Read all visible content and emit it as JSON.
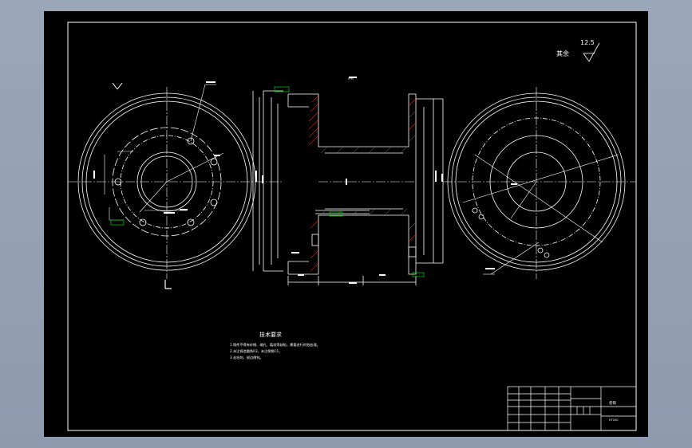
{
  "colors": {
    "background": "#9aa7b8",
    "sheet": "#000000",
    "line": "#ffffff",
    "dim_box": "#00c000",
    "hatch": "#ff4040"
  },
  "roughness": {
    "label": "其余",
    "value": "12.5"
  },
  "section_view": {
    "label": "A-A"
  },
  "notes": {
    "title": "技术要求",
    "lines": [
      "1.铸件不得有砂眼、缩孔、裂纹等缺陷，需要进行时效处理。",
      "2.未注铸造圆角R3，未注倒角C1。",
      "3.去毛刺，锐边倒钝。"
    ]
  },
  "title_block": {
    "part_name": "卷筒",
    "material": "HT200"
  }
}
